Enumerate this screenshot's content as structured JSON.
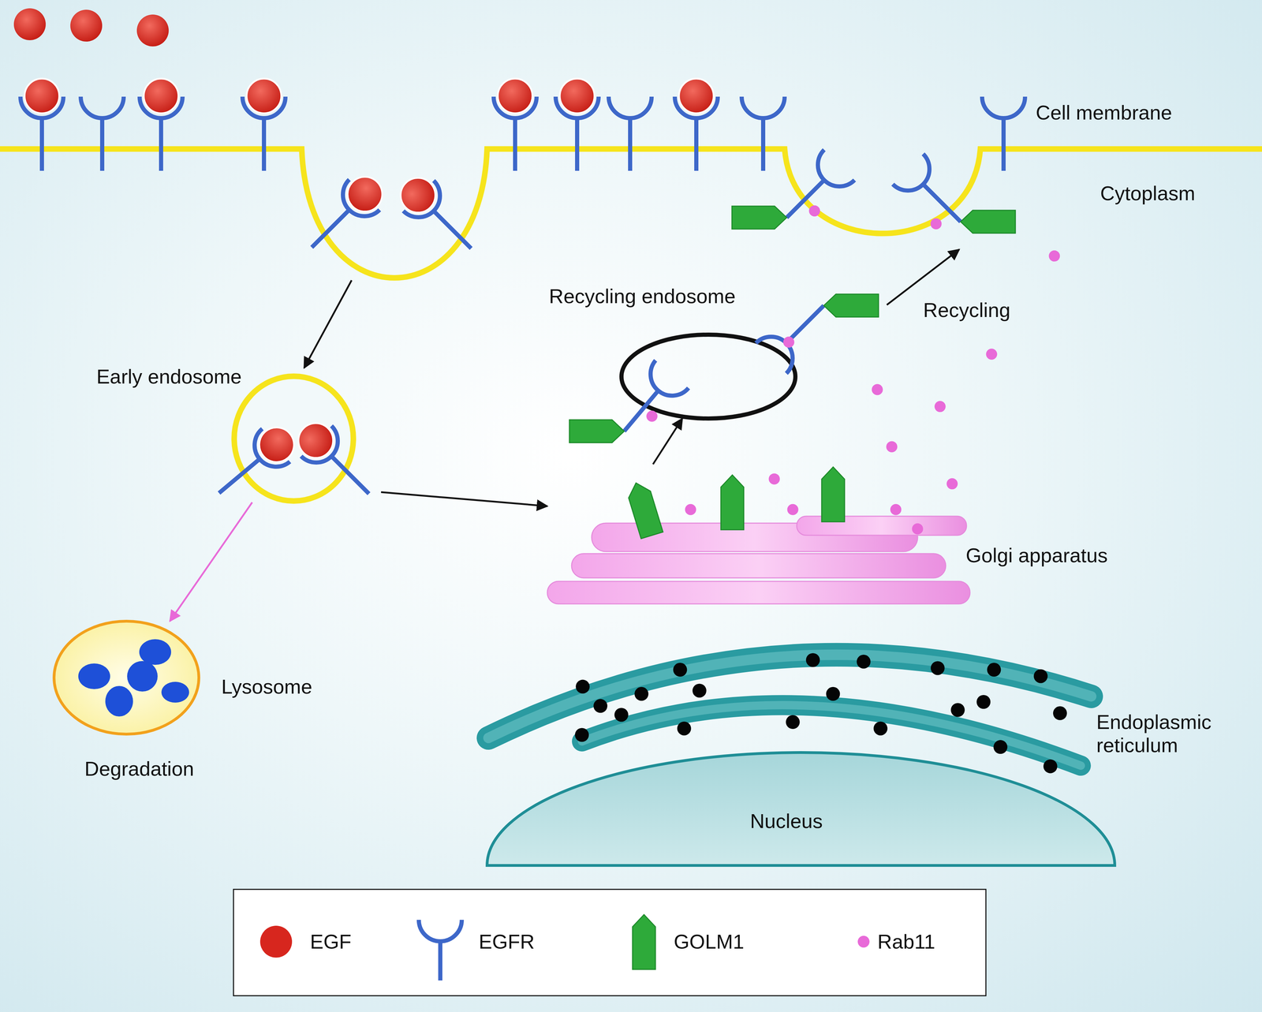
{
  "diagram": {
    "nodes": [
      {
        "text": [
          "Early endosome"
        ]
      },
      {
        "text": [
          "Recycling endosome"
        ]
      },
      {
        "text": [
          "Golgi apparatus"
        ]
      },
      {
        "text": [
          "Lysosome",
          "Degradation"
        ]
      },
      {
        "text": [
          "Endoplasmic reticulum"
        ]
      },
      {
        "text": [
          "Nucleus"
        ]
      }
    ],
    "edges": [
      {
        "from": 0,
        "to": 3,
        "arrow": "to"
      },
      {
        "from": 0,
        "to": 2,
        "arrow": "to"
      },
      {
        "from": 2,
        "to": 1,
        "arrow": "to"
      }
    ],
    "labels": [
      "Cell membrane",
      "Cytoplasm",
      "Recycling"
    ],
    "legend": [
      {
        "text": "EGF",
        "color": "#d7261e"
      },
      {
        "text": "EGFR"
      },
      {
        "text": "GOLM1"
      },
      {
        "text": "Rab11",
        "color": "#e86ad8"
      }
    ]
  }
}
